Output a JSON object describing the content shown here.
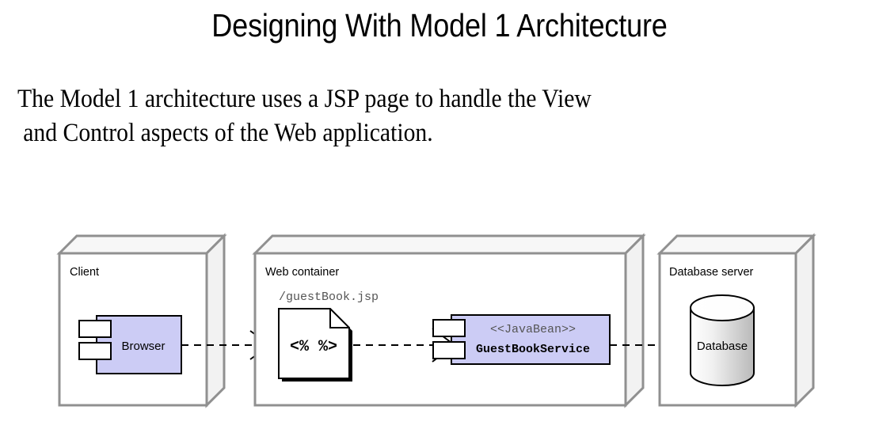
{
  "slide": {
    "title": "Designing With Model 1 Architecture",
    "body_lines": [
      "The Model 1 architecture uses a JSP page to handle the View",
      "and Control aspects of the Web application."
    ]
  },
  "colors": {
    "component_fill": "#ccccf5",
    "node_front_fill": "#ffffff",
    "node_top_fill": "#f7f7f7",
    "node_side_fill": "#f2f2f2",
    "node_stroke": "#909090",
    "line": "#000000",
    "stereotype_text": "#555555",
    "cylinder_light": "#ffffff",
    "cylinder_dark": "#b5b5b5",
    "background": "#ffffff"
  },
  "diagram": {
    "type": "uml-deployment-diagram",
    "nodes": [
      {
        "id": "client",
        "label": "Client",
        "component": {
          "label": "Browser",
          "kind": "component-box",
          "tabs": 2
        }
      },
      {
        "id": "web-container",
        "label": "Web container",
        "artifacts": [
          {
            "id": "guestbook-jsp",
            "kind": "jsp-page-document",
            "label": "/guestBook.jsp",
            "code": "<% %>"
          },
          {
            "id": "guestbook-service",
            "kind": "component-box",
            "stereotype": "<<JavaBean>>",
            "label": "GuestBookService",
            "tabs": 2
          }
        ]
      },
      {
        "id": "database-server",
        "label": "Database server",
        "component": {
          "label": "Database",
          "kind": "cylinder"
        }
      }
    ],
    "connectors": [
      {
        "from": "browser",
        "to": "guestbook-jsp",
        "style": "dashed",
        "arrow": "open"
      },
      {
        "from": "guestbook-jsp",
        "to": "guestbook-service",
        "style": "dashed",
        "arrow": "open"
      },
      {
        "from": "guestbook-service",
        "to": "database",
        "style": "dashed",
        "arrow": "open"
      }
    ]
  }
}
